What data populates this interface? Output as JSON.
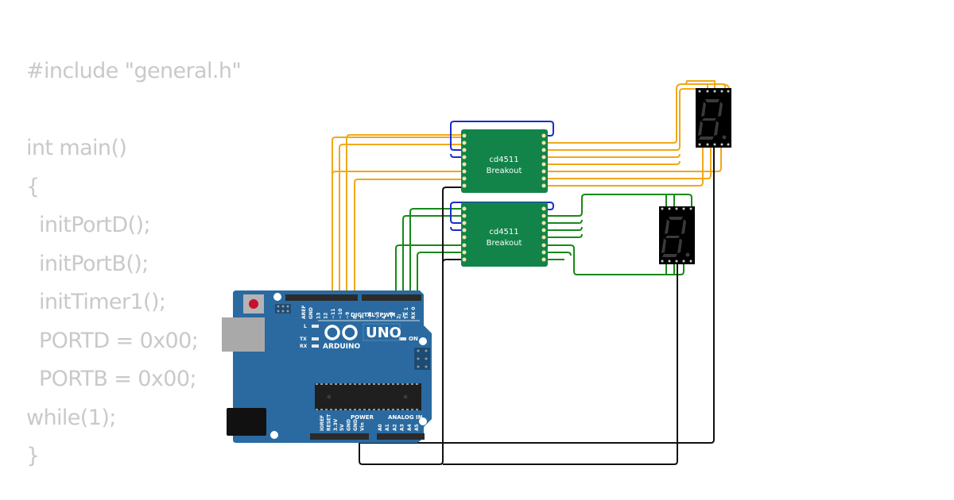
{
  "code": {
    "lines": [
      "#include \"general.h\"",
      "",
      "int main()",
      "{",
      "  initPortD();",
      "  initPortB();",
      "  initTimer1();",
      "  PORTD = 0x00;",
      "  PORTB = 0x00;",
      "while(1);",
      "}"
    ]
  },
  "components": {
    "decoder_top": {
      "line1": "cd4511",
      "line2": "Breakout"
    },
    "decoder_bottom": {
      "line1": "cd4511",
      "line2": "Breakout"
    },
    "arduino": {
      "brand": "ARDUINO",
      "model": "UNO",
      "digital_label": "DIGITAL (PWM ~)",
      "power_label": "POWER",
      "analog_label": "ANALOG IN",
      "on_label": "ON",
      "l_label": "L",
      "tx_label": "TX",
      "rx_label": "RX",
      "digital_pins": [
        "AREF",
        "GND",
        "13",
        "12",
        "~11",
        "~10",
        "~9",
        "8",
        "7",
        "~6",
        "~5",
        "4",
        "~3",
        "2",
        "TX 1",
        "RX 0"
      ],
      "power_pins": [
        "IOREF",
        "RESET",
        "3.3V",
        "5V",
        "GND",
        "GND",
        "Vin"
      ],
      "analog_pins": [
        "A0",
        "A1",
        "A2",
        "A3",
        "A4",
        "A5"
      ]
    },
    "display_top": {
      "type": "7-segment"
    },
    "display_bottom": {
      "type": "7-segment"
    }
  },
  "colors": {
    "wire_orange": "#f0a818",
    "wire_green": "#178a17",
    "wire_blue": "#1a2ccc",
    "wire_black": "#111111",
    "board_blue": "#2a6aa0",
    "chip_green": "#12844a",
    "code_gray": "#c9c9c9"
  }
}
